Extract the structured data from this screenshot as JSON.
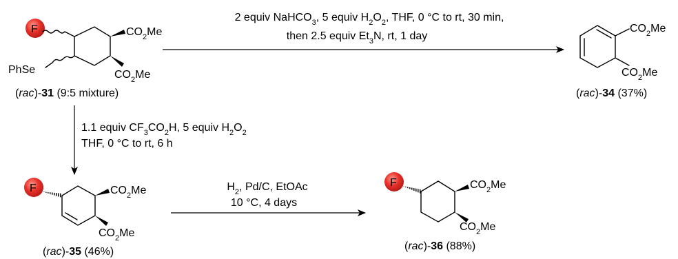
{
  "reaction_scheme": {
    "top_reaction": {
      "conditions_line1": [
        "2 equiv NaHCO",
        "3",
        ", 5 equiv H",
        "2",
        "O",
        "2",
        ", THF, 0 °C to rt, 30 min,"
      ],
      "conditions_line2": [
        "then 2.5 equiv Et",
        "3",
        "N, rt, 1 day"
      ]
    },
    "down_reaction": {
      "conditions_line1": [
        "1.1 equiv CF",
        "3",
        "CO",
        "2",
        "H, 5 equiv H",
        "2",
        "O",
        "2"
      ],
      "conditions_line2": "THF, 0 °C to rt, 6 h"
    },
    "bottom_reaction": {
      "conditions_line1": "H2, Pd/C, EtOAc",
      "conditions_line1_parts": [
        "H",
        "2",
        ", Pd/C, EtOAc"
      ],
      "conditions_line2": "10 °C, 4 days"
    },
    "compounds": {
      "c31": {
        "label_open": "(",
        "label_rac": "rac",
        "label_close": ")-",
        "label_num": "31",
        "label_extra": " (9:5 mixture)",
        "atom_F": "F",
        "substituent_phse": "PhSe",
        "ester_top": [
          "CO",
          "2",
          "Me"
        ],
        "ester_bottom": [
          "CO",
          "2",
          "Me"
        ]
      },
      "c34": {
        "label_open": "(",
        "label_rac": "rac",
        "label_close": ")-",
        "label_num": "34",
        "label_extra": " (37%)",
        "ester_top": [
          "CO",
          "2",
          "Me"
        ],
        "ester_bottom": [
          "CO",
          "2",
          "Me"
        ]
      },
      "c35": {
        "label_open": "(",
        "label_rac": "rac",
        "label_close": ")-",
        "label_num": "35",
        "label_extra": " (46%)",
        "atom_F": "F",
        "ester_top": [
          "CO",
          "2",
          "Me"
        ],
        "ester_bottom": [
          "CO",
          "2",
          "Me"
        ]
      },
      "c36": {
        "label_open": "(",
        "label_rac": "rac",
        "label_close": ")-",
        "label_num": "36",
        "label_extra": " (88%)",
        "atom_F": "F",
        "ester_top": [
          "CO",
          "2",
          "Me"
        ],
        "ester_bottom": [
          "CO",
          "2",
          "Me"
        ]
      }
    },
    "colors": {
      "fluorine_highlight": "#e8302a",
      "fluorine_highlight_light": "#ff8a7a",
      "ink": "#000000"
    }
  }
}
